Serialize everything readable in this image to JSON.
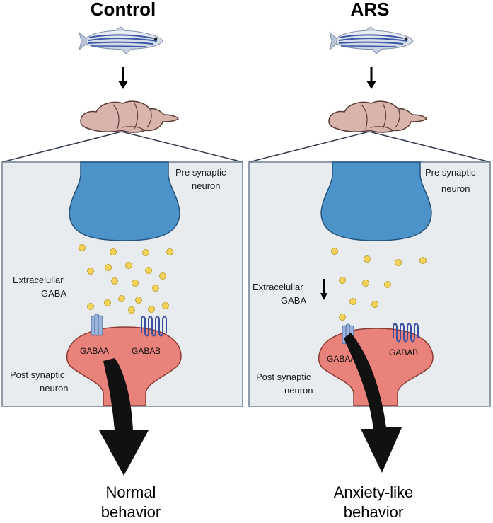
{
  "panels": [
    {
      "title": "Control",
      "pre_label_1": "Pre synaptic",
      "pre_label_2": "neuron",
      "gaba_label_1": "Extracelullar",
      "gaba_label_2": "GABA",
      "post_label_1": "Post synaptic",
      "post_label_2": "neuron",
      "receptor_a_main": "GABA",
      "receptor_a_sub": "A",
      "receptor_b_main": "GABA",
      "receptor_b_sub": "B",
      "outcome_1": "Normal",
      "outcome_2": "behavior"
    },
    {
      "title": "ARS",
      "pre_label_1": "Pre synaptic",
      "pre_label_2": "neuron",
      "gaba_label_1": "Extracelullar",
      "gaba_label_2": "GABA",
      "post_label_1": "Post synaptic",
      "post_label_2": "neuron",
      "receptor_a_main": "GABA",
      "receptor_a_sub": "A",
      "receptor_b_main": "GABA",
      "receptor_b_sub": "B",
      "outcome_1": "Anxiety-like",
      "outcome_2": "behavior"
    }
  ],
  "colors": {
    "panel_bg": "#e8ecee",
    "panel_border": "#6f7f95",
    "presynaptic": "#4b93c8",
    "postsynaptic": "#e9827a",
    "gaba_dot": "#f3d35a",
    "brain": "#d8b4ad",
    "receptor_a": "#9bb4db",
    "receptor_b": "#3a4ea0",
    "arrow": "#111111"
  },
  "icons": [
    "zebrafish-icon",
    "brain-icon",
    "down-arrow-icon",
    "gabaa-receptor-icon",
    "gabab-receptor-icon",
    "behavior-arrow-icon"
  ]
}
